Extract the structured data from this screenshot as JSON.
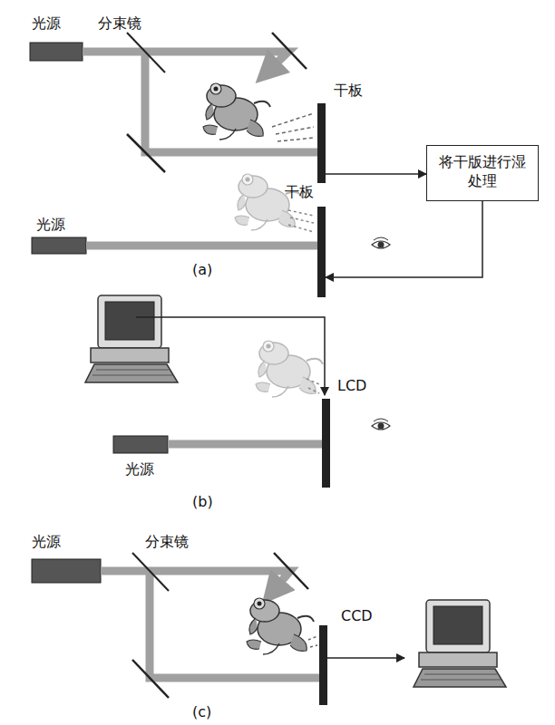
{
  "diagram": {
    "nodes": [
      {
        "text": [
          "干板"
        ]
      },
      {
        "text": [
          "将干版进行湿处理"
        ]
      },
      {
        "text": [
          "干板"
        ]
      }
    ],
    "edges": [
      {
        "from": 0,
        "to": 1,
        "arrow": "to"
      },
      {
        "from": 1,
        "to": 2,
        "arrow": "to"
      }
    ],
    "labels": [
      "光源",
      "分束镜",
      "光源",
      "(a)",
      "LCD",
      "光源",
      "(b)",
      "光源",
      "分束镜",
      "CCD",
      "(c)"
    ]
  }
}
